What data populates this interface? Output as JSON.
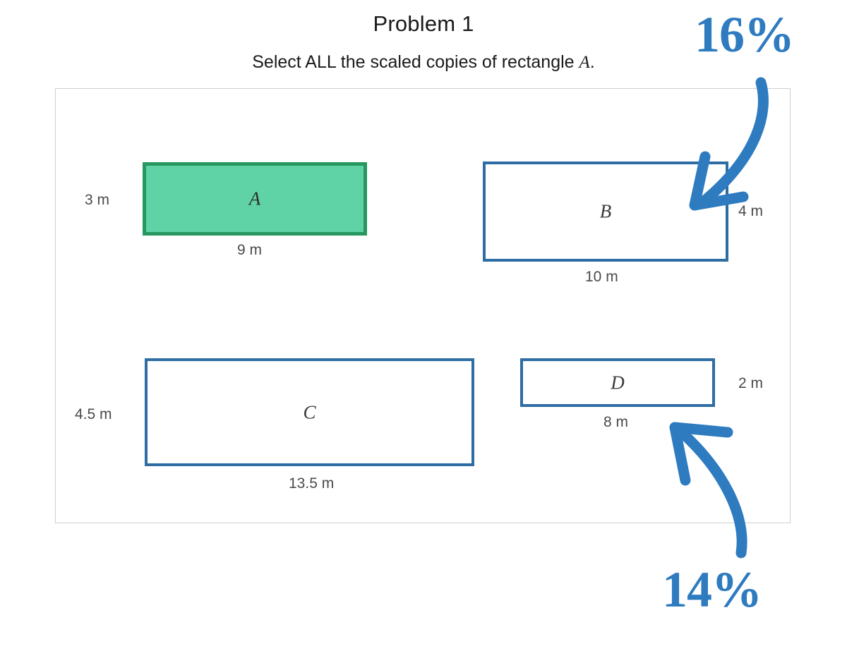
{
  "header": {
    "title": "Problem 1",
    "prompt_prefix": "Select ALL the scaled copies of rectangle ",
    "prompt_variable": "A",
    "prompt_suffix": "."
  },
  "colors": {
    "selected_fill": "#5fd3a6",
    "selected_border": "#25975f",
    "rect_border": "#2e6da4",
    "annotation_blue": "#2e7bc0",
    "frame_border": "#cfcfcf",
    "label_text": "#4a4a4a"
  },
  "figure": {
    "rectangles": [
      {
        "id": "a",
        "label": "A",
        "width_label": "9 m",
        "height_label": "3 m",
        "selected": "true"
      },
      {
        "id": "b",
        "label": "B",
        "width_label": "10 m",
        "height_label": "4 m",
        "selected": "false"
      },
      {
        "id": "c",
        "label": "C",
        "width_label": "13.5 m",
        "height_label": "4.5 m",
        "selected": "false"
      },
      {
        "id": "d",
        "label": "D",
        "width_label": "8 m",
        "height_label": "2 m",
        "selected": "false"
      }
    ]
  },
  "annotations": [
    {
      "id": "pct-16",
      "text": "16%",
      "points_at": "B",
      "arrow": "curved-arrow-down-left"
    },
    {
      "id": "pct-14",
      "text": "14%",
      "points_at": "D",
      "arrow": "curved-arrow-up-left"
    }
  ]
}
